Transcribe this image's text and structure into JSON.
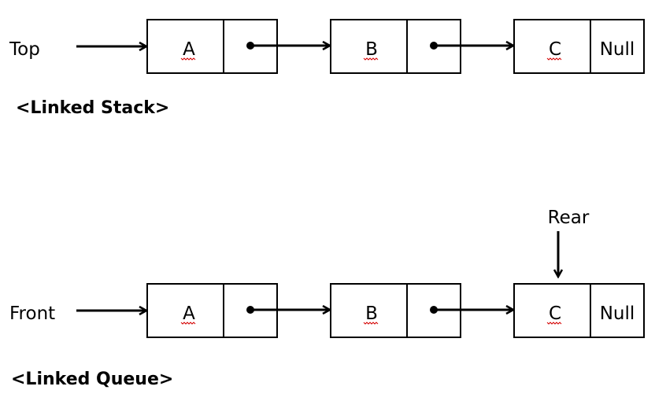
{
  "stack": {
    "pointer_label": "Top",
    "caption": "<Linked Stack>",
    "nodes": [
      {
        "value": "A",
        "next": "•"
      },
      {
        "value": "B",
        "next": "•"
      },
      {
        "value": "C",
        "next": "Null"
      }
    ]
  },
  "queue": {
    "pointer_label": "Front",
    "rear_label": "Rear",
    "caption": "<Linked Queue>",
    "nodes": [
      {
        "value": "A",
        "next": "•"
      },
      {
        "value": "B",
        "next": "•"
      },
      {
        "value": "C",
        "next": "Null"
      }
    ]
  },
  "colors": {
    "stroke": "#000000",
    "spellcheck_underline": "#d40000"
  }
}
